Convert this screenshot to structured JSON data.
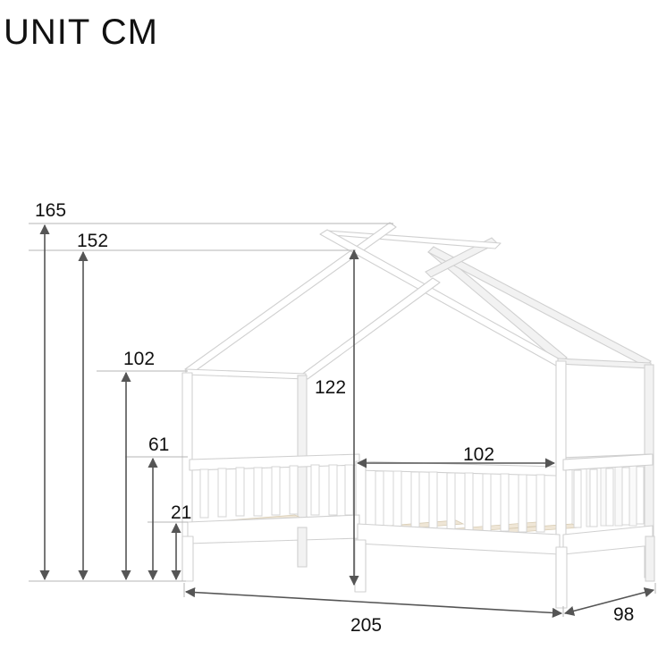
{
  "title": "UNIT CM",
  "dimensions": {
    "overall_height": "165",
    "roof_peak_height": "152",
    "roof_eave_height": "102",
    "roof_inner_height": "122",
    "rail_height": "61",
    "frame_height": "21",
    "rail_opening_width": "102",
    "length": "205",
    "width": "98"
  },
  "colors": {
    "wood": "#ffffff",
    "outline": "#d0d0d0",
    "dimension_line": "#555555",
    "reference_line": "#b4b4b4",
    "text": "#111111"
  }
}
